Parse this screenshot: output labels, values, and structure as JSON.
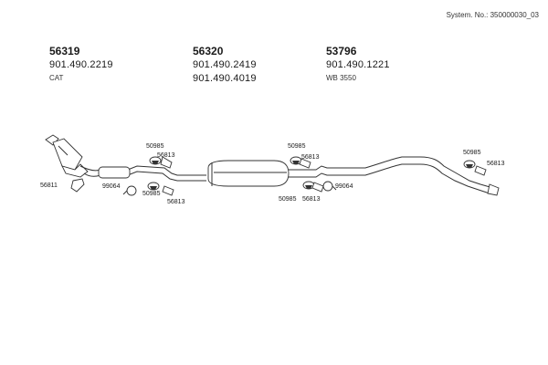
{
  "header": {
    "system_number": "System. No.: 350000030_03"
  },
  "parts_blocks": [
    {
      "part_number": "56319",
      "refs": [
        "901.490.2219"
      ],
      "note": "CAT"
    },
    {
      "part_number": "56320",
      "refs": [
        "901.490.2419",
        "901.490.4019"
      ],
      "note": ""
    },
    {
      "part_number": "53796",
      "refs": [
        "901.490.1221"
      ],
      "note": "WB 3550"
    }
  ],
  "callouts": {
    "bracket_left": "56811",
    "clamp_left": "99064",
    "hanger_a_top": "50985",
    "bracket_a_top": "56813",
    "hanger_a_bottom": "50985",
    "bracket_a_bottom": "56813",
    "hanger_b_top": "50985",
    "bracket_b_top": "56813",
    "hanger_b_bottom": "50985",
    "bracket_b_bottom": "56813",
    "clamp_right": "99064",
    "hanger_c": "50985",
    "bracket_c": "56813"
  }
}
